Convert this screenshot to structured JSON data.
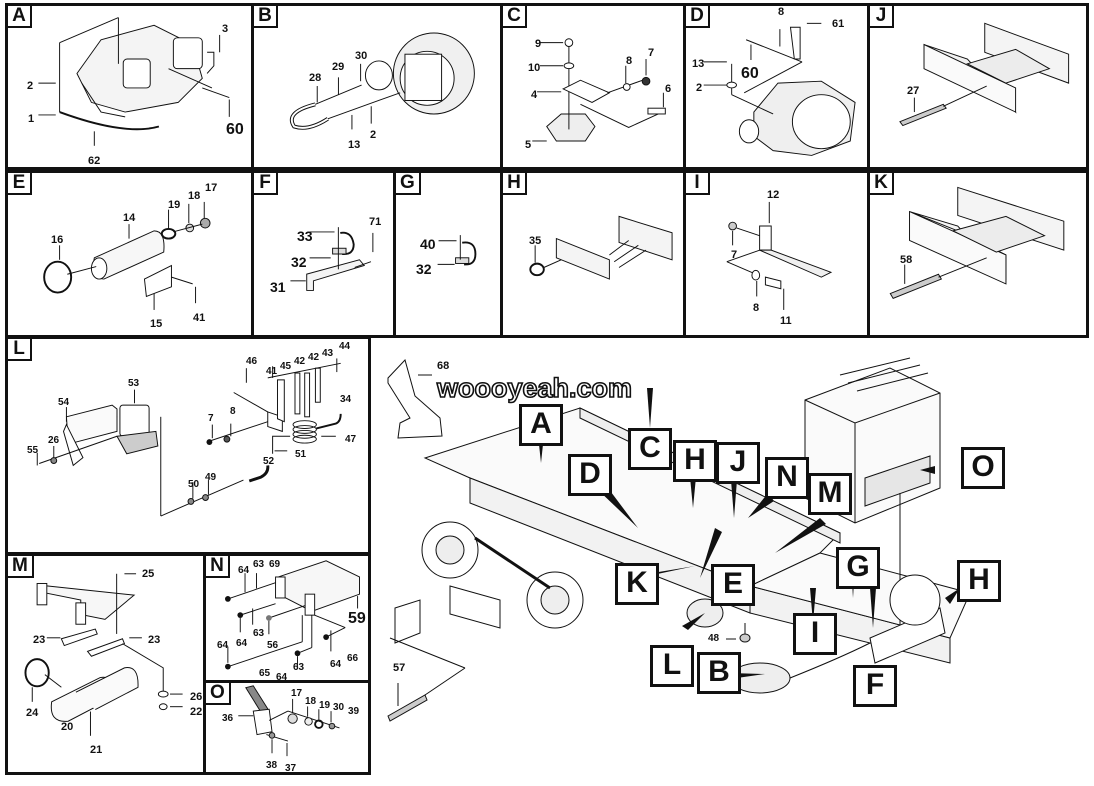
{
  "watermark": "woooyeah.com",
  "colors": {
    "ink": "#111111",
    "paper": "#ffffff",
    "shade": "#d8d8d8"
  },
  "panels": {
    "A": {
      "label": "A",
      "parts": [
        "3",
        "2",
        "1",
        "62",
        "60"
      ]
    },
    "B": {
      "label": "B",
      "parts": [
        "30",
        "29",
        "28",
        "13",
        "2"
      ]
    },
    "C": {
      "label": "C",
      "parts": [
        "9",
        "10",
        "8",
        "7",
        "4",
        "6",
        "5"
      ]
    },
    "D": {
      "label": "D",
      "parts": [
        "8",
        "61",
        "13",
        "60",
        "2"
      ]
    },
    "J": {
      "label": "J",
      "parts": [
        "27"
      ]
    },
    "E": {
      "label": "E",
      "parts": [
        "14",
        "19",
        "18",
        "17",
        "16",
        "15",
        "41"
      ]
    },
    "F": {
      "label": "F",
      "parts": [
        "33",
        "71",
        "32",
        "31"
      ]
    },
    "G": {
      "label": "G",
      "parts": [
        "40",
        "32"
      ]
    },
    "H": {
      "label": "H",
      "parts": [
        "35"
      ]
    },
    "I": {
      "label": "I",
      "parts": [
        "12",
        "7",
        "8",
        "11"
      ]
    },
    "K": {
      "label": "K",
      "parts": [
        "58"
      ]
    },
    "L": {
      "label": "L",
      "parts": [
        "46",
        "41",
        "45",
        "42",
        "42",
        "43",
        "44",
        "53",
        "54",
        "34",
        "7",
        "8",
        "47",
        "55",
        "26",
        "51",
        "52",
        "50",
        "49"
      ]
    },
    "M": {
      "label": "M",
      "parts": [
        "25",
        "23",
        "23",
        "26",
        "22",
        "24",
        "20",
        "21"
      ]
    },
    "N": {
      "label": "N",
      "parts": [
        "64",
        "63",
        "69",
        "59",
        "64",
        "63",
        "56",
        "64",
        "64",
        "66",
        "65",
        "64",
        "63"
      ]
    },
    "O": {
      "label": "O",
      "parts": [
        "36",
        "17",
        "18",
        "19",
        "30",
        "39",
        "38",
        "37"
      ]
    }
  },
  "overview": {
    "parts": [
      "68",
      "57",
      "48"
    ],
    "callouts": [
      "A",
      "C",
      "D",
      "H",
      "J",
      "N",
      "M",
      "O",
      "K",
      "E",
      "G",
      "H",
      "I",
      "L",
      "B",
      "F"
    ]
  }
}
